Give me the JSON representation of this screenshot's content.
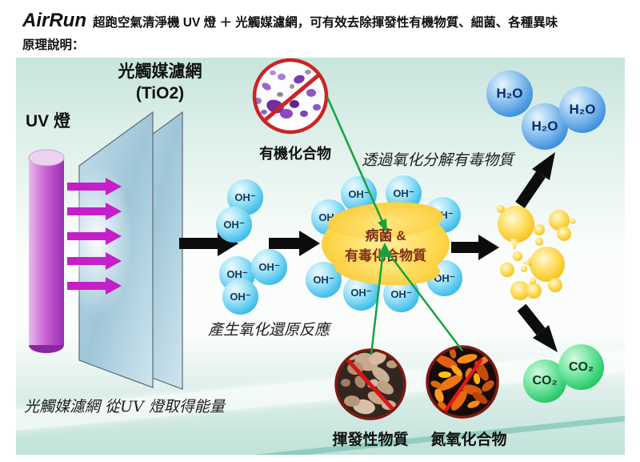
{
  "header": {
    "brand": "AirRun",
    "title": "超跑空氣清淨機 UV 燈 ＋ 光觸媒濾網，可有效去除揮發性有機物質、細菌、各種異味",
    "subtitle": "原理說明："
  },
  "diagram": {
    "uv_lamp_label": "UV 燈",
    "filter_label_line1": "光觸媒濾網",
    "filter_label_line2": "(TiO2)",
    "organic_label": "有機化合物",
    "oxidation_note": "透過氧化分解有毒物質",
    "redox_note": "產生氧化還原反應",
    "energy_note": "光觸媒濾網 從UV 燈取得能量",
    "germ_blob": {
      "line1": "病菌 &",
      "line2": "有毒化合物質"
    },
    "volatile_label": "揮發性物質",
    "nitrogen_label": "氮氧化合物",
    "oh_label": "OH⁻",
    "h2o_label": "H₂O",
    "co2_label": "CO₂"
  },
  "colors": {
    "uv_magenta": "#c41fc9",
    "lamp_purple": "#9a2cb2",
    "filter_blue": "#9fc6d8",
    "oh_bubble_blue": "#1b9fd8",
    "h2o_blue": "#2272cc",
    "co2_green": "#16a84f",
    "germ_yellow": "#f6bd1c",
    "germ_text": "#7e2e1b",
    "forbidden_red": "#cb2424",
    "reaction_green": "#17a23e",
    "arrow_black": "#0c0c0c",
    "bg_teal": "#c7e5dc"
  }
}
